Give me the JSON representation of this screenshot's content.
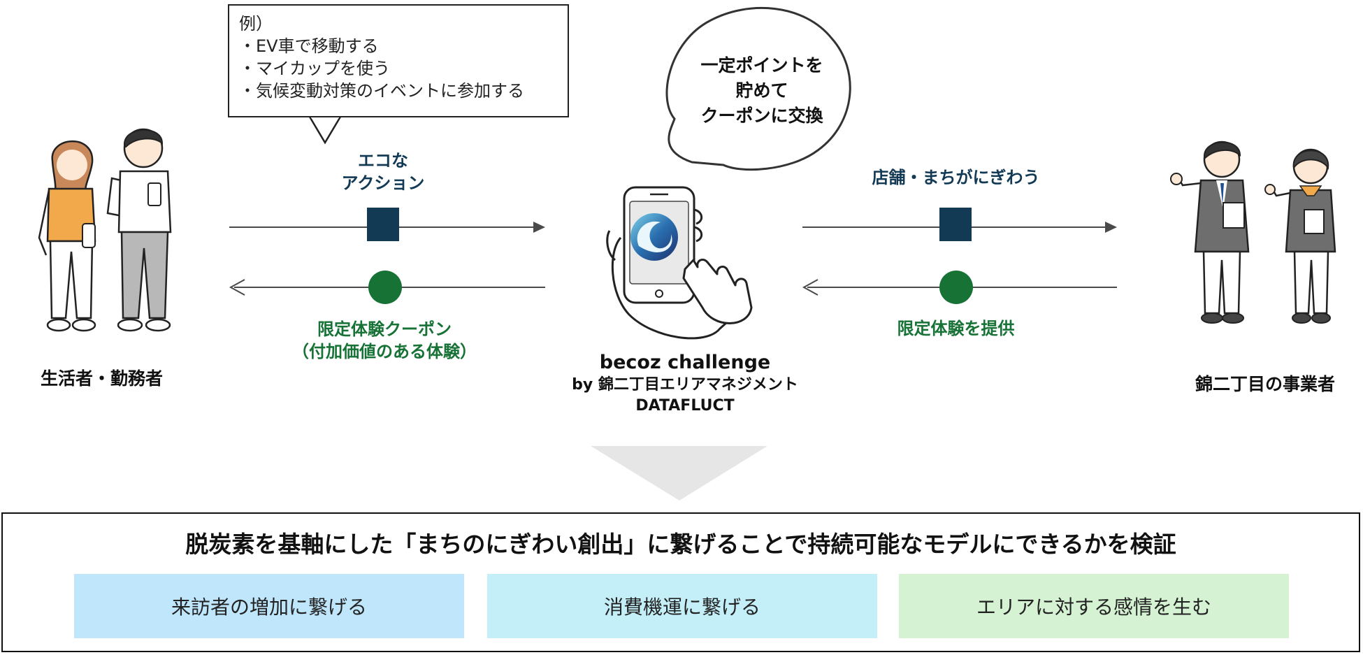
{
  "example": {
    "heading": "例）",
    "items": [
      "・EV車で移動する",
      "・マイカップを使う",
      "・気候変動対策のイベントに参加する"
    ]
  },
  "bubble": {
    "lines": [
      "一定ポイントを",
      "貯めて",
      "クーポンに交換"
    ]
  },
  "left_flow": {
    "top_label": [
      "エコな",
      "アクション"
    ],
    "bottom_label": [
      "限定体験クーポン",
      "（付加価値のある体験）"
    ]
  },
  "right_flow": {
    "top_label": "店舗・まちがにぎわう",
    "bottom_label": "限定体験を提供"
  },
  "actors": {
    "left": "生活者・勤務者",
    "right": "錦二丁目の事業者"
  },
  "center": {
    "line1": "becoz challenge",
    "line2": "by 錦二丁目エリアマネジメント",
    "line3": "DATAFLUCT"
  },
  "bottom": {
    "title": "脱炭素を基軸にした「まちのにぎわい創出」に繋げることで持続可能なモデルにできるかを検証",
    "cards": [
      {
        "label": "来訪者の増加に繋げる",
        "color": "#bfe6fb"
      },
      {
        "label": "消費機運に繋げる",
        "color": "#c4eff8"
      },
      {
        "label": "エリアに対する感情を生む",
        "color": "#d5f2d3"
      }
    ]
  },
  "colors": {
    "navy": "#133a55",
    "green": "#177236",
    "arrow": "#4a4a4a",
    "chevron": "#e6e6e6"
  }
}
